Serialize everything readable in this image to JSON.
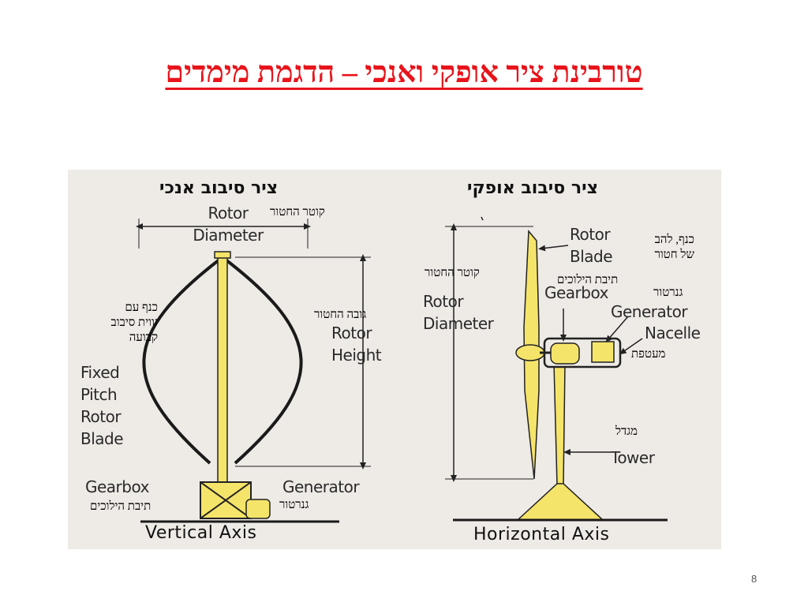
{
  "title": "טורבינת ציר אופקי ואנכי – הדגמת מימדים",
  "page_number": "8",
  "vertical": {
    "heading": "ציר סיבוב אנכי",
    "rotor_diameter_en": [
      "Rotor",
      "Diameter"
    ],
    "rotor_diameter_he": "קוטר החטור",
    "rotor_height_he": "גובה החטור",
    "rotor_height_en": [
      "Rotor",
      "Height"
    ],
    "blade_he": [
      "כנף עם",
      "זווית סיבוב",
      "קבועה"
    ],
    "blade_en": [
      "Fixed",
      "Pitch",
      "Rotor",
      "Blade"
    ],
    "gearbox_en": "Gearbox",
    "gearbox_he": "תיבת הילוכים",
    "generator_en": "Generator",
    "generator_he": "גנרטור",
    "axis_label": "Vertical Axis"
  },
  "horizontal": {
    "heading": "ציר סיבוב אופקי",
    "rotor_diameter_he": "קוטר החטור",
    "rotor_diameter_en": [
      "Rotor",
      "Diameter"
    ],
    "rotor_blade_en": [
      "Rotor",
      "Blade"
    ],
    "rotor_blade_he": [
      "כנף, להב",
      "של חטור"
    ],
    "gearbox_he": "תיבת הילוכים",
    "gearbox_en": "Gearbox",
    "generator_he": "גנרטור",
    "generator_en": "Generator",
    "nacelle_en": "Nacelle",
    "nacelle_he": "מעטפת",
    "tower_he": "מגדל",
    "tower_en": "Tower",
    "axis_label": "Horizontal Axis"
  },
  "colors": {
    "title": "#e8141b",
    "turbine_fill": "#f5e46a",
    "background": "#eeeae6"
  }
}
